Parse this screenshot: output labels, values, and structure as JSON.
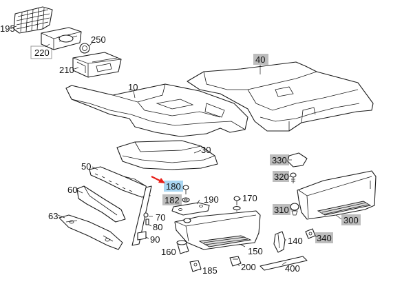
{
  "labels": {
    "p195": "195",
    "p220": "220",
    "p250": "250",
    "p210": "210",
    "p40": "40",
    "p10": "10",
    "p30": "30",
    "p50": "50",
    "p60": "60",
    "p63": "63",
    "p180": "180",
    "p182": "182",
    "p70": "70",
    "p80": "80",
    "p90": "90",
    "p190": "190",
    "p170": "170",
    "p160": "160",
    "p150": "150",
    "p185": "185",
    "p200": "200",
    "p330": "330",
    "p320": "320",
    "p310": "310",
    "p300": "300",
    "p140": "140",
    "p340": "340",
    "p400": "400"
  },
  "colors": {
    "highlight_gray": "#bdbdbd",
    "highlight_blue": "#a9d6f2",
    "arrow_red": "#e8201a",
    "ink": "#1a1a1a"
  }
}
